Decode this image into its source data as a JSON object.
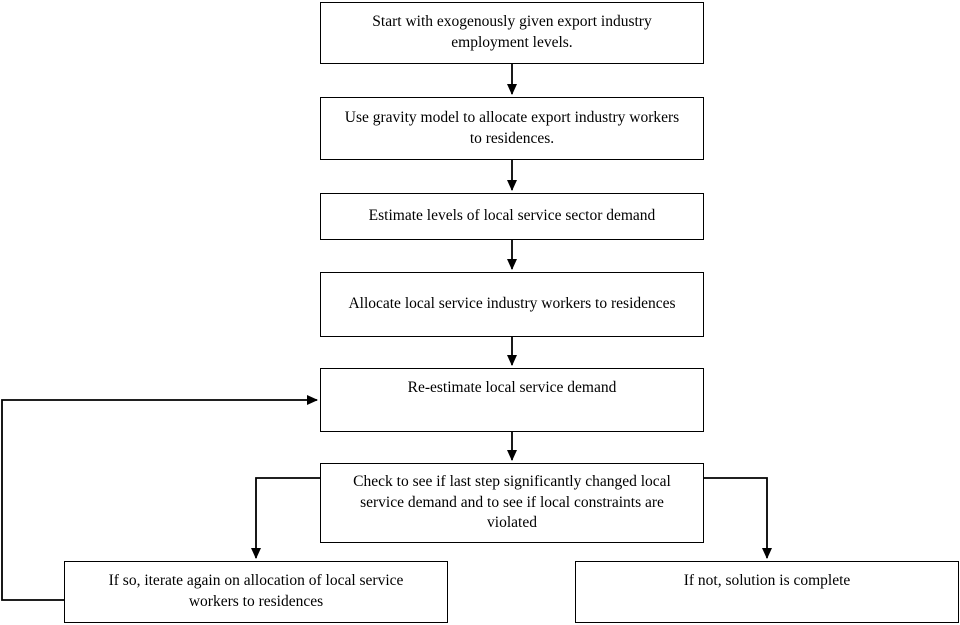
{
  "diagram": {
    "type": "flowchart",
    "colors": {
      "line": "#000000",
      "box_border": "#000000",
      "box_bg": "#ffffff",
      "text": "#000000"
    },
    "nodes": {
      "start": {
        "label": "Start with exogenously given export industry employment levels."
      },
      "gravity": {
        "label": "Use gravity model to allocate export industry workers to residences."
      },
      "estimate": {
        "label": "Estimate levels of local service sector demand"
      },
      "allocate": {
        "label": "Allocate local service industry workers to residences"
      },
      "reestimate": {
        "label": "Re-estimate local service demand"
      },
      "check": {
        "label": "Check to see if last step significantly changed local service demand and to see if local constraints are violated"
      },
      "iterate": {
        "label": "If so, iterate again on allocation of local service workers to residences"
      },
      "complete": {
        "label": "If not, solution is complete"
      }
    },
    "edges": [
      "start -> gravity",
      "gravity -> estimate",
      "estimate -> allocate",
      "allocate -> reestimate",
      "reestimate -> check",
      "check -> iterate",
      "check -> complete",
      "iterate -> reestimate (feedback loop)"
    ]
  }
}
